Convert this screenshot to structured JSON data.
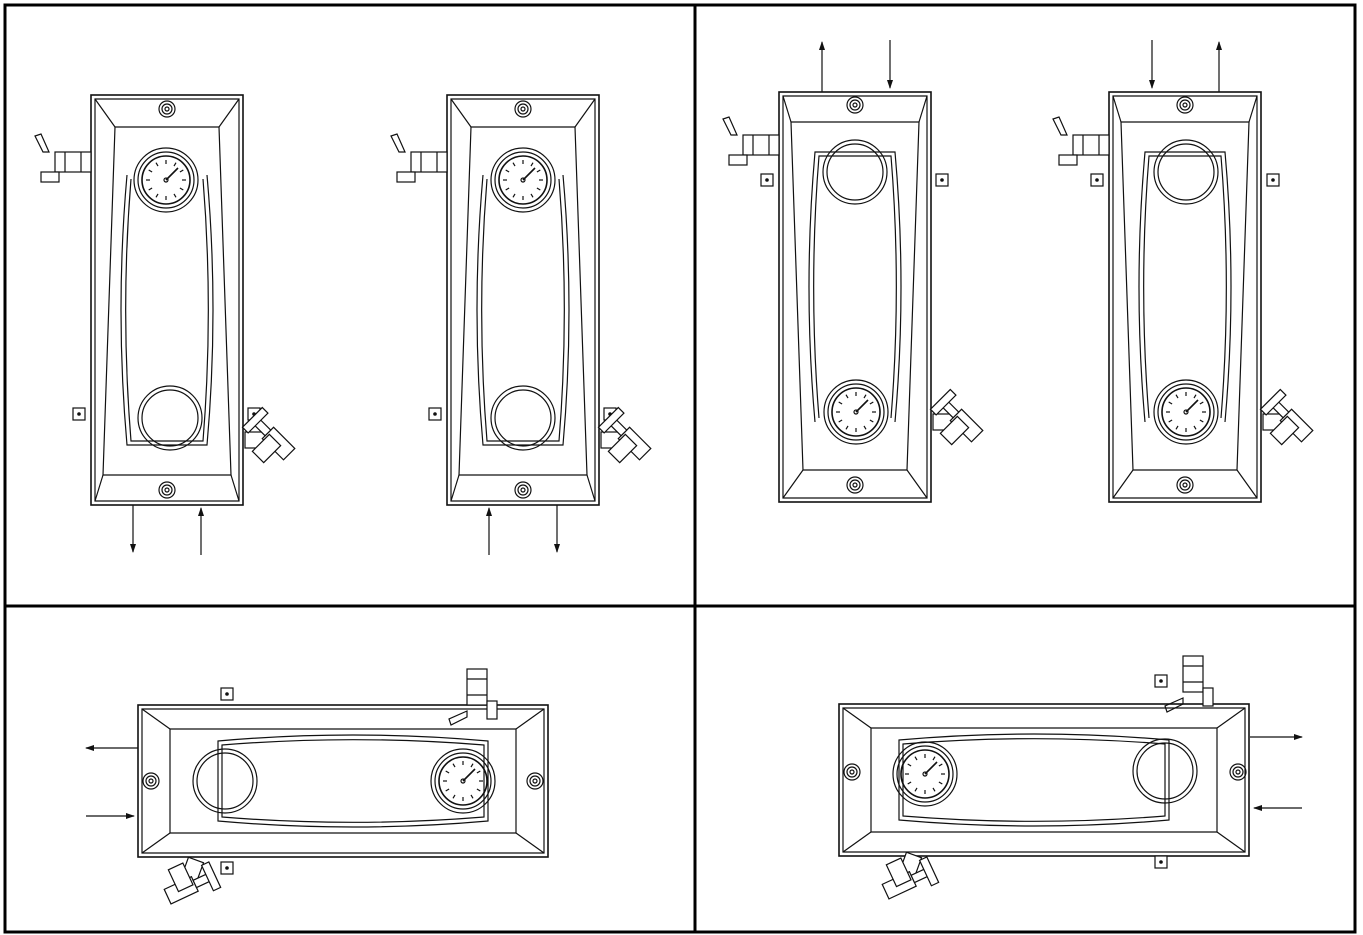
{
  "drawing": {
    "panels": [
      {
        "id": "panel-1",
        "orientation": "vertical",
        "gauge_position": "top",
        "valve_side": "left",
        "flow_side": "bottom"
      },
      {
        "id": "panel-2",
        "orientation": "vertical",
        "gauge_position": "top",
        "valve_side": "left",
        "flow_side": "bottom"
      },
      {
        "id": "panel-3",
        "orientation": "vertical",
        "gauge_position": "bottom",
        "valve_side": "left",
        "flow_side": "top"
      },
      {
        "id": "panel-4",
        "orientation": "vertical",
        "gauge_position": "bottom",
        "valve_side": "left",
        "flow_side": "top"
      },
      {
        "id": "panel-5",
        "orientation": "horizontal",
        "gauge_position": "right",
        "valve_side": "top",
        "flow_side": "left"
      },
      {
        "id": "panel-6",
        "orientation": "horizontal",
        "gauge_position": "left",
        "valve_side": "top",
        "flow_side": "right"
      }
    ],
    "line_color": "#111111",
    "background": "#ffffff"
  }
}
